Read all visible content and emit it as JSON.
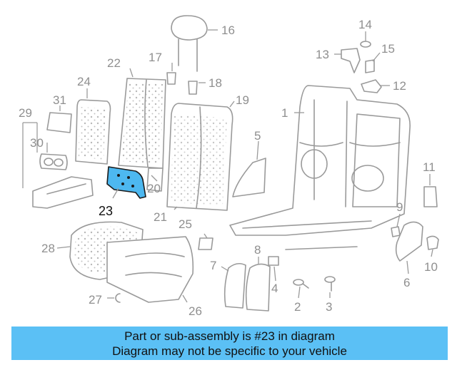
{
  "parts": [
    {
      "id": "1",
      "label": "1"
    },
    {
      "id": "2",
      "label": "2"
    },
    {
      "id": "3",
      "label": "3"
    },
    {
      "id": "4",
      "label": "4"
    },
    {
      "id": "5",
      "label": "5"
    },
    {
      "id": "6",
      "label": "6"
    },
    {
      "id": "7",
      "label": "7"
    },
    {
      "id": "8",
      "label": "8"
    },
    {
      "id": "9",
      "label": "9"
    },
    {
      "id": "10",
      "label": "10"
    },
    {
      "id": "11",
      "label": "11"
    },
    {
      "id": "12",
      "label": "12"
    },
    {
      "id": "13",
      "label": "13"
    },
    {
      "id": "14",
      "label": "14"
    },
    {
      "id": "15",
      "label": "15"
    },
    {
      "id": "16",
      "label": "16"
    },
    {
      "id": "17",
      "label": "17"
    },
    {
      "id": "18",
      "label": "18"
    },
    {
      "id": "19",
      "label": "19"
    },
    {
      "id": "20",
      "label": "20"
    },
    {
      "id": "21",
      "label": "21"
    },
    {
      "id": "22",
      "label": "22"
    },
    {
      "id": "23",
      "label": "23"
    },
    {
      "id": "24",
      "label": "24"
    },
    {
      "id": "25",
      "label": "25"
    },
    {
      "id": "26",
      "label": "26"
    },
    {
      "id": "27",
      "label": "27"
    },
    {
      "id": "28",
      "label": "28"
    },
    {
      "id": "29",
      "label": "29"
    },
    {
      "id": "30",
      "label": "30"
    },
    {
      "id": "31",
      "label": "31"
    }
  ],
  "highlighted_part": "23",
  "highlight_color": "#4db8f0",
  "banner": {
    "line1": "Part or sub-assembly is #23 in diagram",
    "line2": "Diagram may not be specific to your vehicle",
    "color": "#5bc0f5"
  }
}
